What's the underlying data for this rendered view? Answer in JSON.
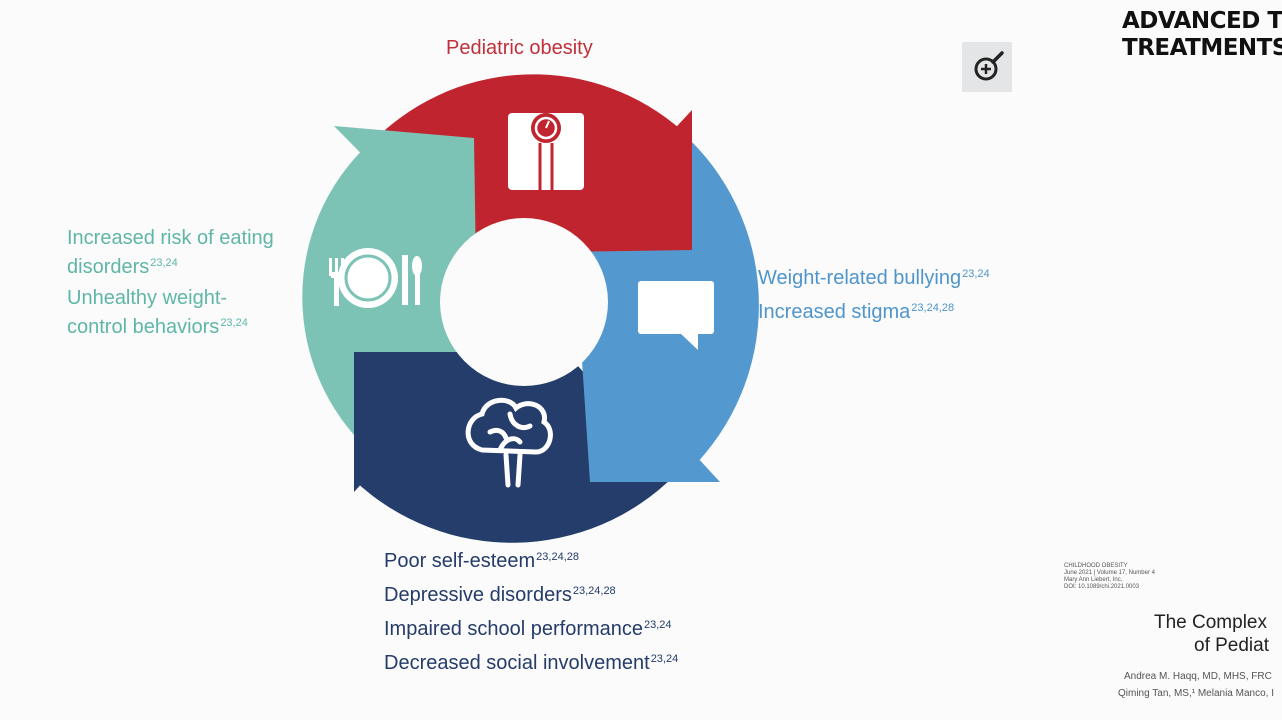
{
  "slide": {
    "corner_title": [
      "ADVANCED TEC",
      "TREATMENTS I"
    ],
    "center_label": "Pediatric obesity",
    "left_labels": [
      {
        "text": "Increased risk of eating",
        "cont": "disorders",
        "sup": "23,24"
      },
      {
        "text": "Unhealthy weight-",
        "cont": "control behaviors",
        "sup": "23,24"
      }
    ],
    "right_labels": [
      {
        "text": "Weight-related bullying",
        "sup": "23,24"
      },
      {
        "text": "Increased stigma",
        "sup": "23,24,28"
      }
    ],
    "bottom_labels": [
      {
        "text": "Poor self-esteem",
        "sup": "23,24,28"
      },
      {
        "text": "Depressive disorders",
        "sup": "23,24,28"
      },
      {
        "text": "Impaired school performance",
        "sup": "23,24"
      },
      {
        "text": "Decreased social involvement",
        "sup": "23,24"
      }
    ],
    "icons": [
      "scale-icon",
      "speech-bubble-icon",
      "brain-icon",
      "plate-utensils-icon",
      "zoom-in-icon"
    ]
  },
  "paper": {
    "meta": [
      "CHILDHOOD OBESITY",
      "June 2021 | Volume 17, Number 4",
      "Mary Ann Liebert, Inc.",
      "DOI: 10.1089/chi.2021.0003"
    ],
    "title": [
      "The Complex",
      "of Pediat"
    ],
    "authors": [
      "Andrea M. Haqq, MD, MHS, FRC",
      "Qiming Tan, MS,¹ Melania Manco, I"
    ]
  },
  "colors": {
    "red": "#c0252f",
    "blue": "#5399d0",
    "navy": "#243d6b",
    "teal": "#7cc3b6"
  }
}
